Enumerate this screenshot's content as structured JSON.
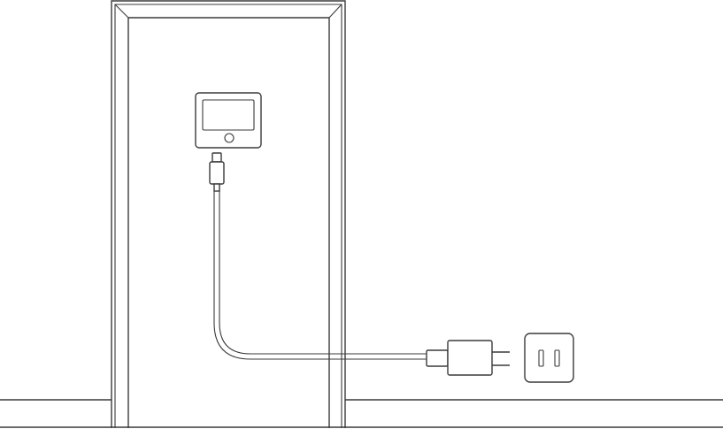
{
  "scene": {
    "colors": {
      "line": "#3a3a3a",
      "background": "#ffffff"
    },
    "icons": [
      "door",
      "doorbell-monitor-icon",
      "micro-usb-plug-icon",
      "cable",
      "power-adapter-icon",
      "wall-outlet-icon",
      "floor-line"
    ]
  }
}
